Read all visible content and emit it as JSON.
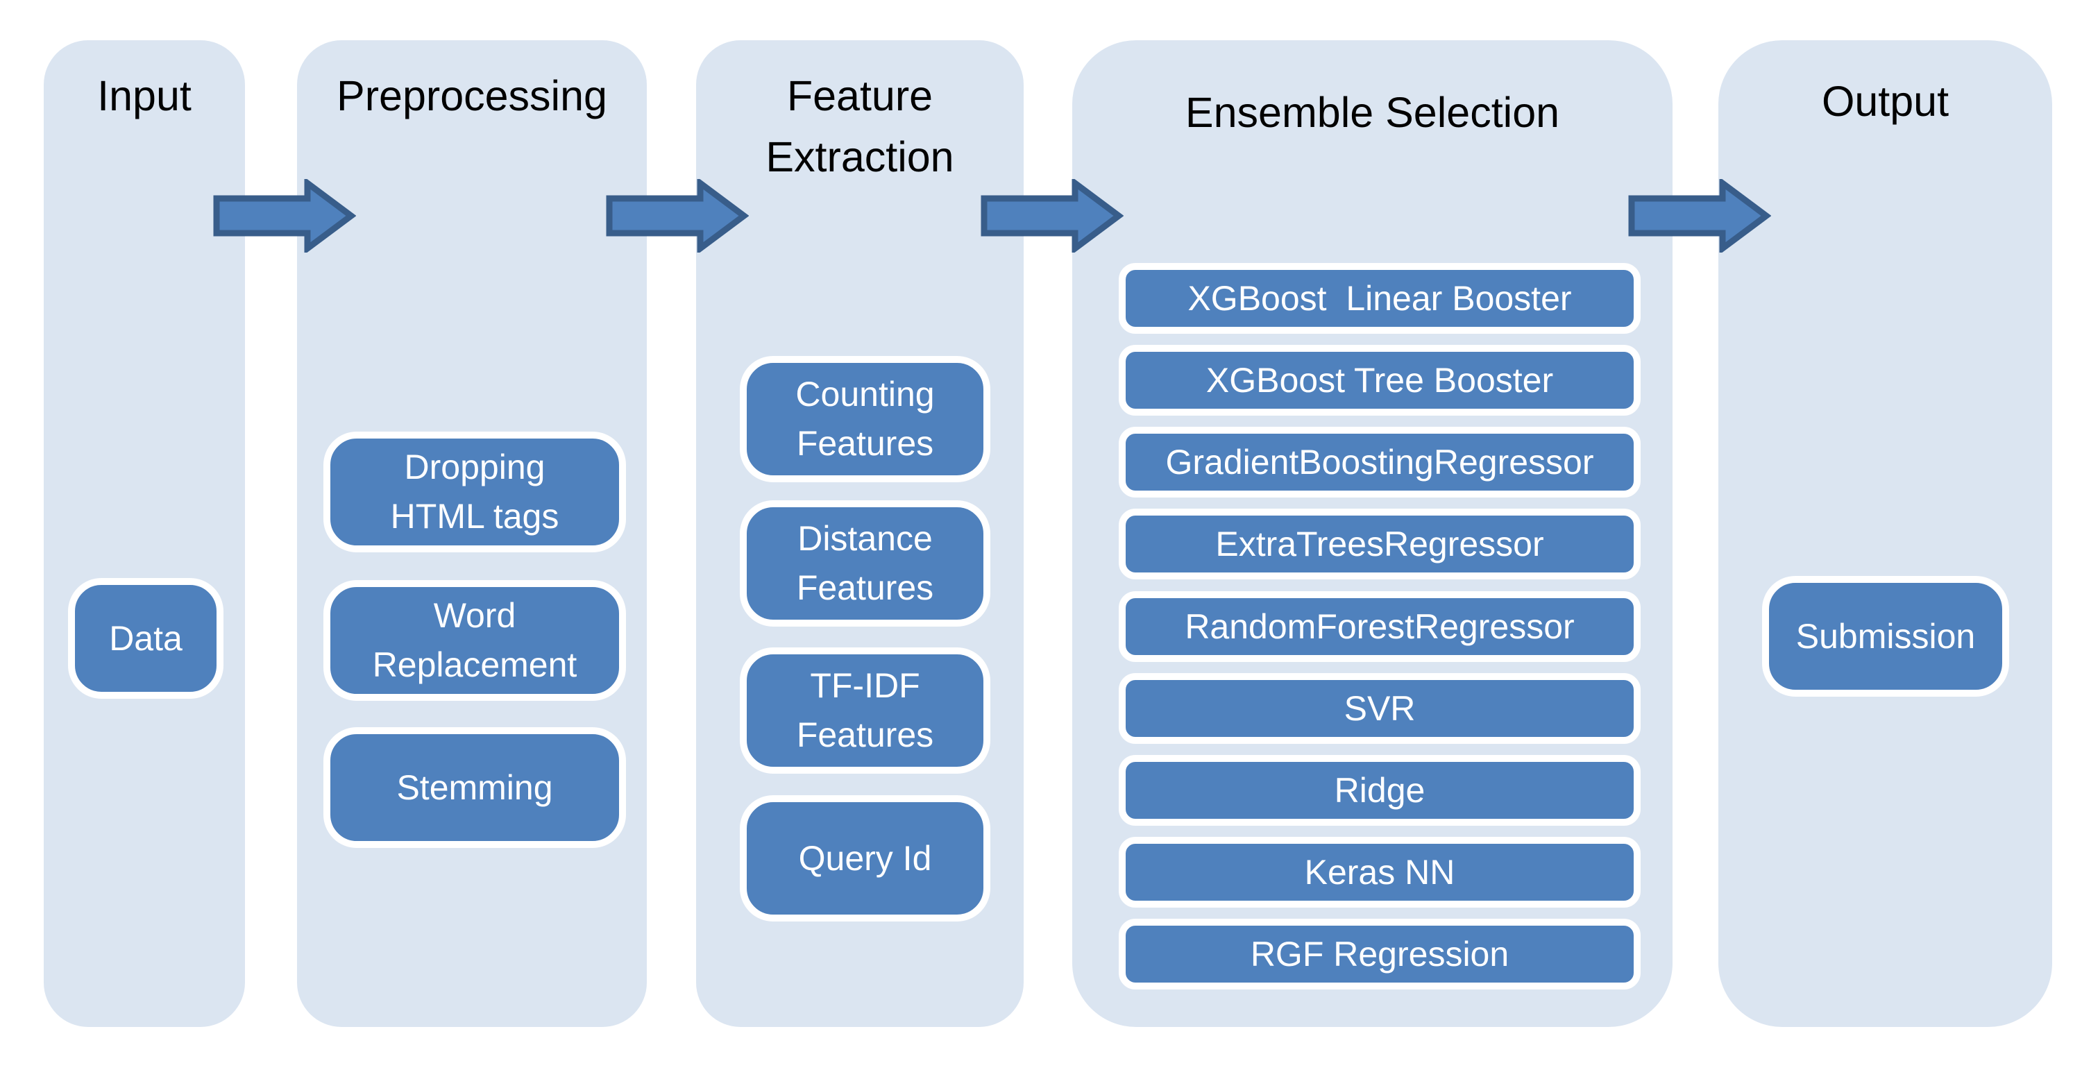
{
  "diagram": {
    "columns": [
      {
        "title": "Input",
        "boxes": [
          {
            "label": "Data"
          }
        ]
      },
      {
        "title": "Preprocessing",
        "boxes": [
          {
            "label": "Dropping\nHTML tags"
          },
          {
            "label": "Word\nReplacement"
          },
          {
            "label": "Stemming"
          }
        ]
      },
      {
        "title": "Feature\nExtraction",
        "boxes": [
          {
            "label": "Counting\nFeatures"
          },
          {
            "label": "Distance\nFeatures"
          },
          {
            "label": "TF-IDF\nFeatures"
          },
          {
            "label": "Query Id"
          }
        ]
      },
      {
        "title": "Ensemble Selection",
        "boxes": [
          {
            "label": "XGBoost  Linear Booster"
          },
          {
            "label": "XGBoost Tree Booster"
          },
          {
            "label": "GradientBoostingRegressor"
          },
          {
            "label": "ExtraTreesRegressor"
          },
          {
            "label": "RandomForestRegressor"
          },
          {
            "label": "SVR"
          },
          {
            "label": "Ridge"
          },
          {
            "label": "Keras NN"
          },
          {
            "label": "RGF Regression"
          }
        ]
      },
      {
        "title": "Output",
        "boxes": [
          {
            "label": "Submission"
          }
        ]
      }
    ],
    "colors": {
      "column_bg": "#dbe5f1",
      "box_fill": "#4f81bd",
      "box_text": "#ffffff",
      "title_text": "#000000",
      "arrow_fill": "#4f81bd",
      "arrow_border": "#385d8a",
      "page_bg": "#ffffff"
    }
  }
}
